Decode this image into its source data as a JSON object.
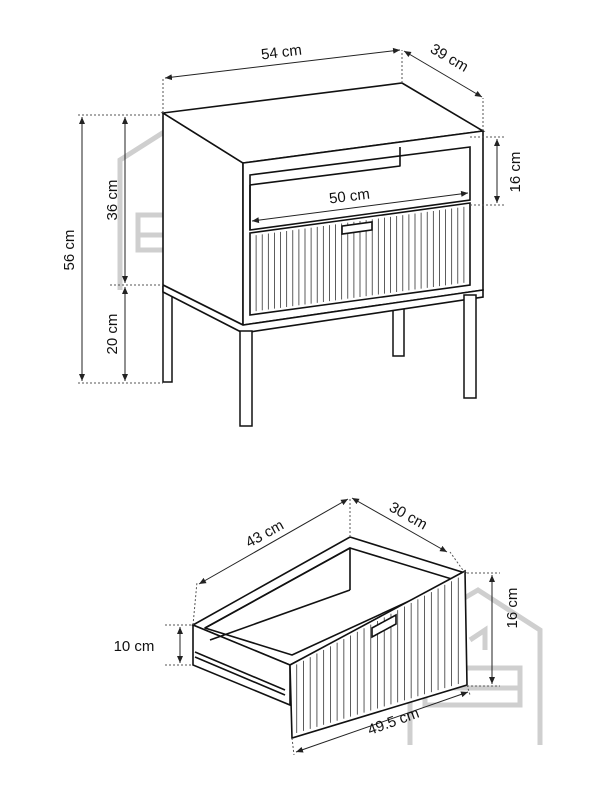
{
  "nightstand": {
    "width": "54 cm",
    "depth": "39 cm",
    "shelf_height": "16 cm",
    "drawer_width": "50 cm",
    "body_height": "36 cm",
    "total_height": "56 cm",
    "leg_height": "20 cm"
  },
  "drawer": {
    "length": "43 cm",
    "depth": "30 cm",
    "front_height": "16 cm",
    "side_height": "10 cm",
    "front_width": "49.5 cm"
  },
  "colors": {
    "line": "#111111",
    "watermark": "#cfcfcf"
  }
}
